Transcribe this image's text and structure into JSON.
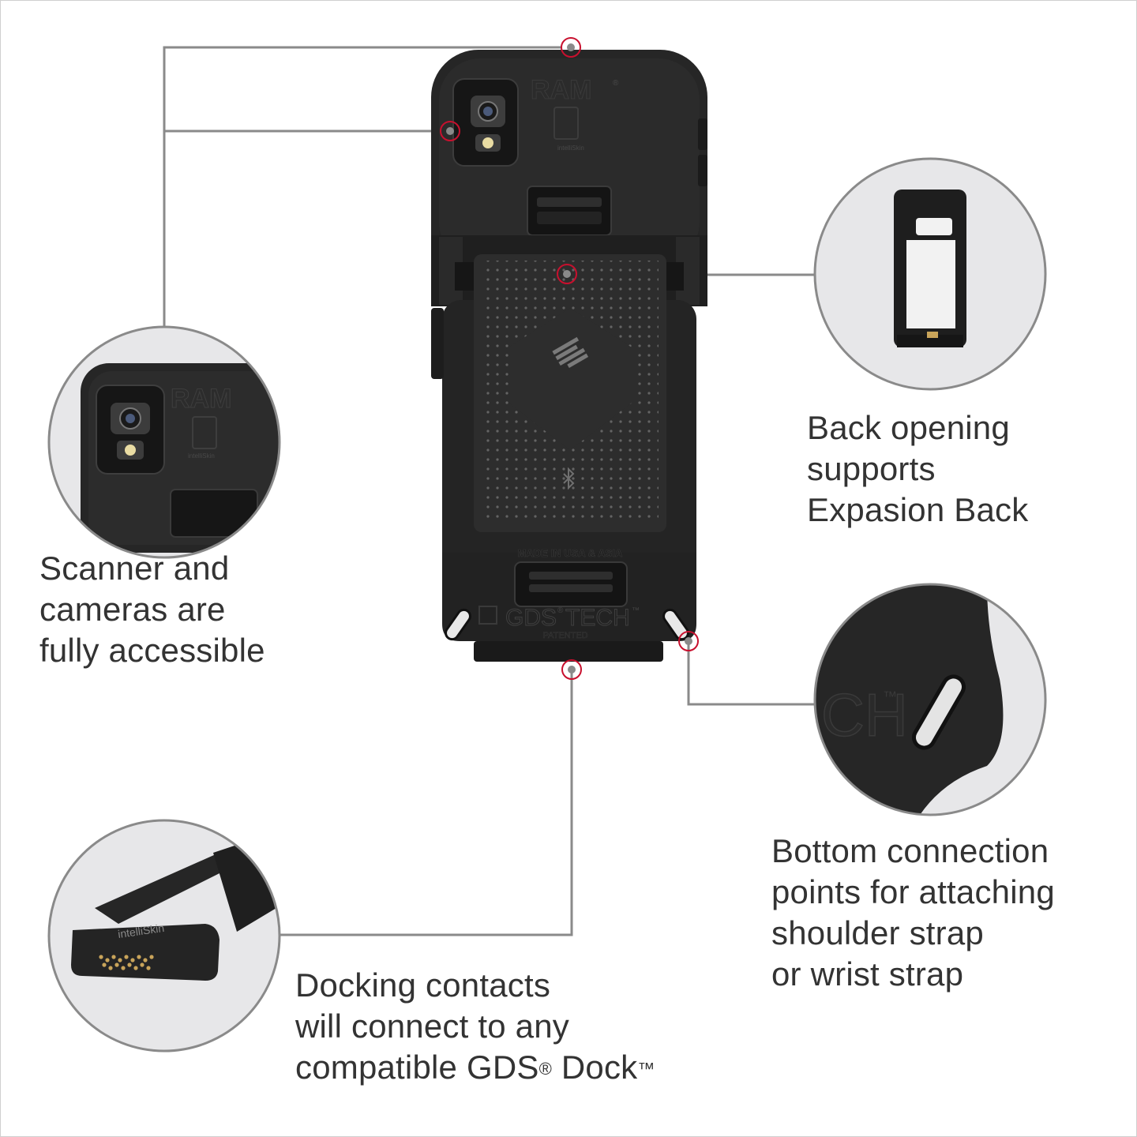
{
  "callouts": {
    "scanner": [
      "Scanner and",
      "cameras are",
      "fully accessible"
    ],
    "back": [
      "Back opening",
      "supports",
      "Expasion Back"
    ],
    "bottom": [
      "Bottom connection",
      "points for attaching",
      "shoulder strap",
      "or wrist strap"
    ],
    "docking": {
      "line1": "Docking contacts",
      "line2": "will connect to any",
      "line3_text": "compatible GDS",
      "line3_reg": "®",
      "line3_text2": " Dock",
      "line3_tm": "™"
    }
  },
  "device_markings": {
    "brand": "RAM",
    "brand_reg": "®",
    "intelliskin": "intelliSkin",
    "made_in": "MADE IN USA & ASIA",
    "gds": "GDS",
    "gds_reg": "®",
    "tech": "TECH",
    "tech_tm": "™",
    "patented": "PATENTED"
  },
  "colors": {
    "leader_line": "#8a8a8a",
    "marker_ring": "#c8102e",
    "device_body": "#232323",
    "inset_bg": "#e7e7e9",
    "text": "#333333"
  },
  "icons": [
    "zebra-logo-icon",
    "bluetooth-icon",
    "camera-lens-icon",
    "flash-icon"
  ]
}
